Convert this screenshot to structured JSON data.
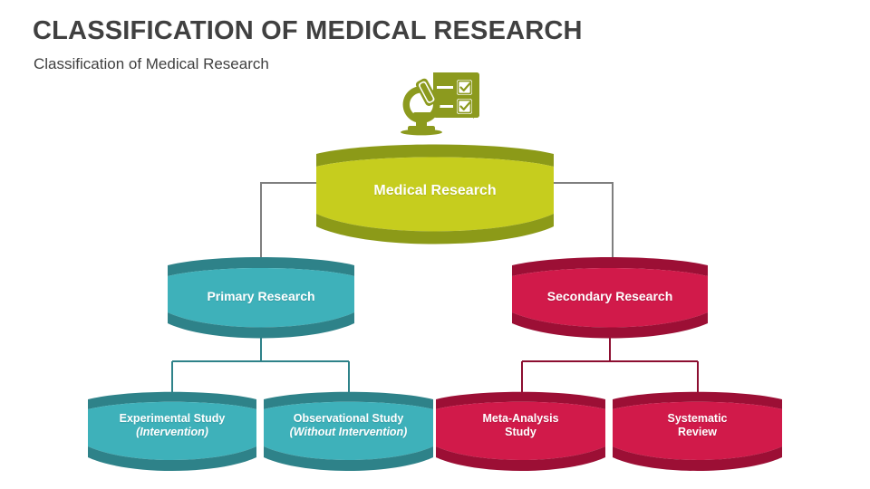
{
  "header": {
    "title": "CLASSIFICATION OF MEDICAL RESEARCH",
    "subtitle": "Classification of Medical Research"
  },
  "icon": {
    "name": "microscope-checklist-icon",
    "color": "#8C9A1E"
  },
  "colors": {
    "olive_face": "#C6CD1E",
    "olive_edge": "#8C9A18",
    "teal_face": "#3EB1BA",
    "teal_edge": "#2E8289",
    "crimson_face": "#D11A4A",
    "crimson_edge": "#9C0F35",
    "connector_gray": "#7F7F7F",
    "text_dark": "#404040",
    "label_white": "#FFFFFF"
  },
  "diagram": {
    "type": "hierarchy-tree",
    "root": {
      "label": "Medical Research",
      "color": "#C6CD1E"
    },
    "branches": [
      {
        "label": "Primary Research",
        "color": "#3EB1BA",
        "children": [
          {
            "label": "Experimental Study",
            "sub": "(Intervention)"
          },
          {
            "label": "Observational Study",
            "sub": "(Without Intervention)"
          }
        ]
      },
      {
        "label": "Secondary Research",
        "color": "#D11A4A",
        "children": [
          {
            "label": "Meta-Analysis",
            "sub": "Study"
          },
          {
            "label": "Systematic",
            "sub": "Review"
          }
        ]
      }
    ]
  }
}
